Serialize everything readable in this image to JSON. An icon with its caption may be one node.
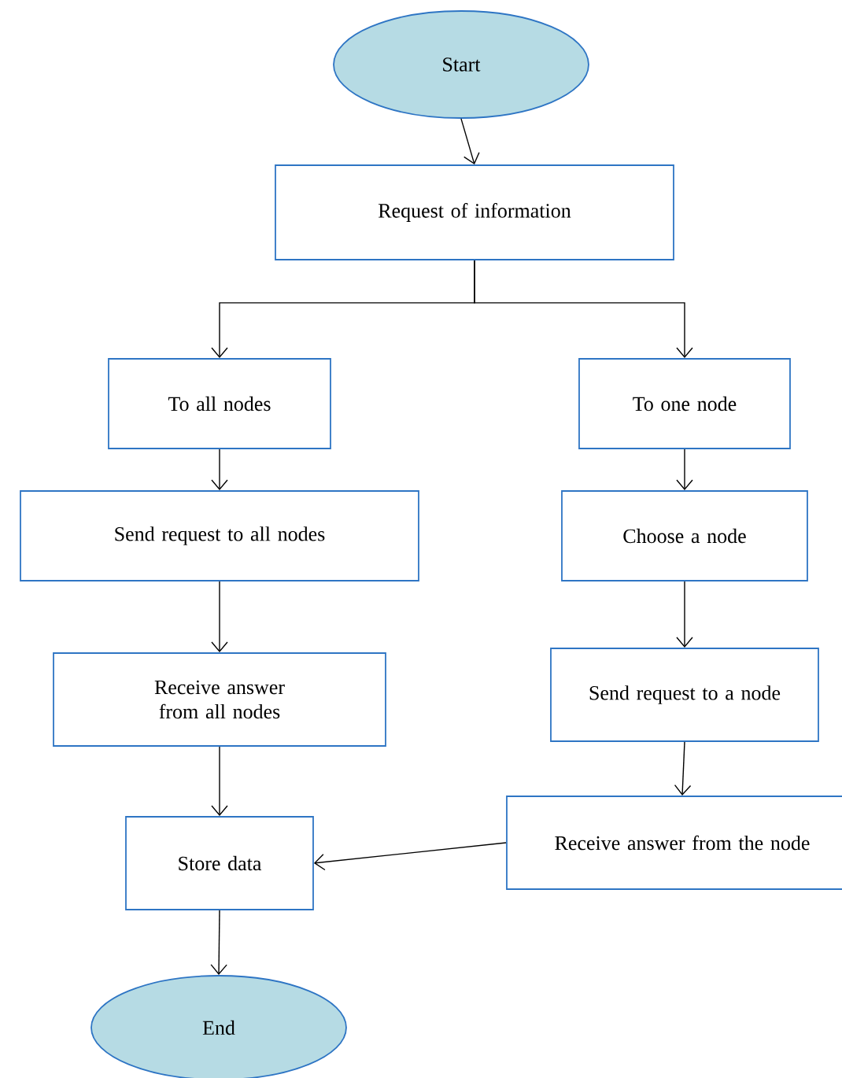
{
  "diagram": {
    "nodes": [
      {
        "text": [
          "Start"
        ]
      },
      {
        "text": [
          "Request of information"
        ]
      },
      {
        "text": [
          "To all nodes"
        ]
      },
      {
        "text": [
          "To one node"
        ]
      },
      {
        "text": [
          "Send request to all nodes"
        ]
      },
      {
        "text": [
          "Choose a node"
        ]
      },
      {
        "text": [
          "Receive answer from all nodes"
        ]
      },
      {
        "text": [
          "Send request to a node"
        ]
      },
      {
        "text": [
          "Store data"
        ]
      },
      {
        "text": [
          "Receive answer from the node"
        ]
      },
      {
        "text": [
          "End"
        ]
      }
    ],
    "edges": [
      {
        "from": 0,
        "to": 1,
        "arrow": "to"
      },
      {
        "from": 1,
        "to": 2,
        "arrow": "to"
      },
      {
        "from": 1,
        "to": 3,
        "arrow": "to"
      },
      {
        "from": 2,
        "to": 4,
        "arrow": "to"
      },
      {
        "from": 3,
        "to": 5,
        "arrow": "to"
      },
      {
        "from": 4,
        "to": 6,
        "arrow": "to"
      },
      {
        "from": 5,
        "to": 7,
        "arrow": "to"
      },
      {
        "from": 6,
        "to": 8,
        "arrow": "to"
      },
      {
        "from": 7,
        "to": 9,
        "arrow": "to"
      },
      {
        "from": 9,
        "to": 8,
        "arrow": "to"
      },
      {
        "from": 8,
        "to": 10,
        "arrow": "to"
      }
    ]
  }
}
